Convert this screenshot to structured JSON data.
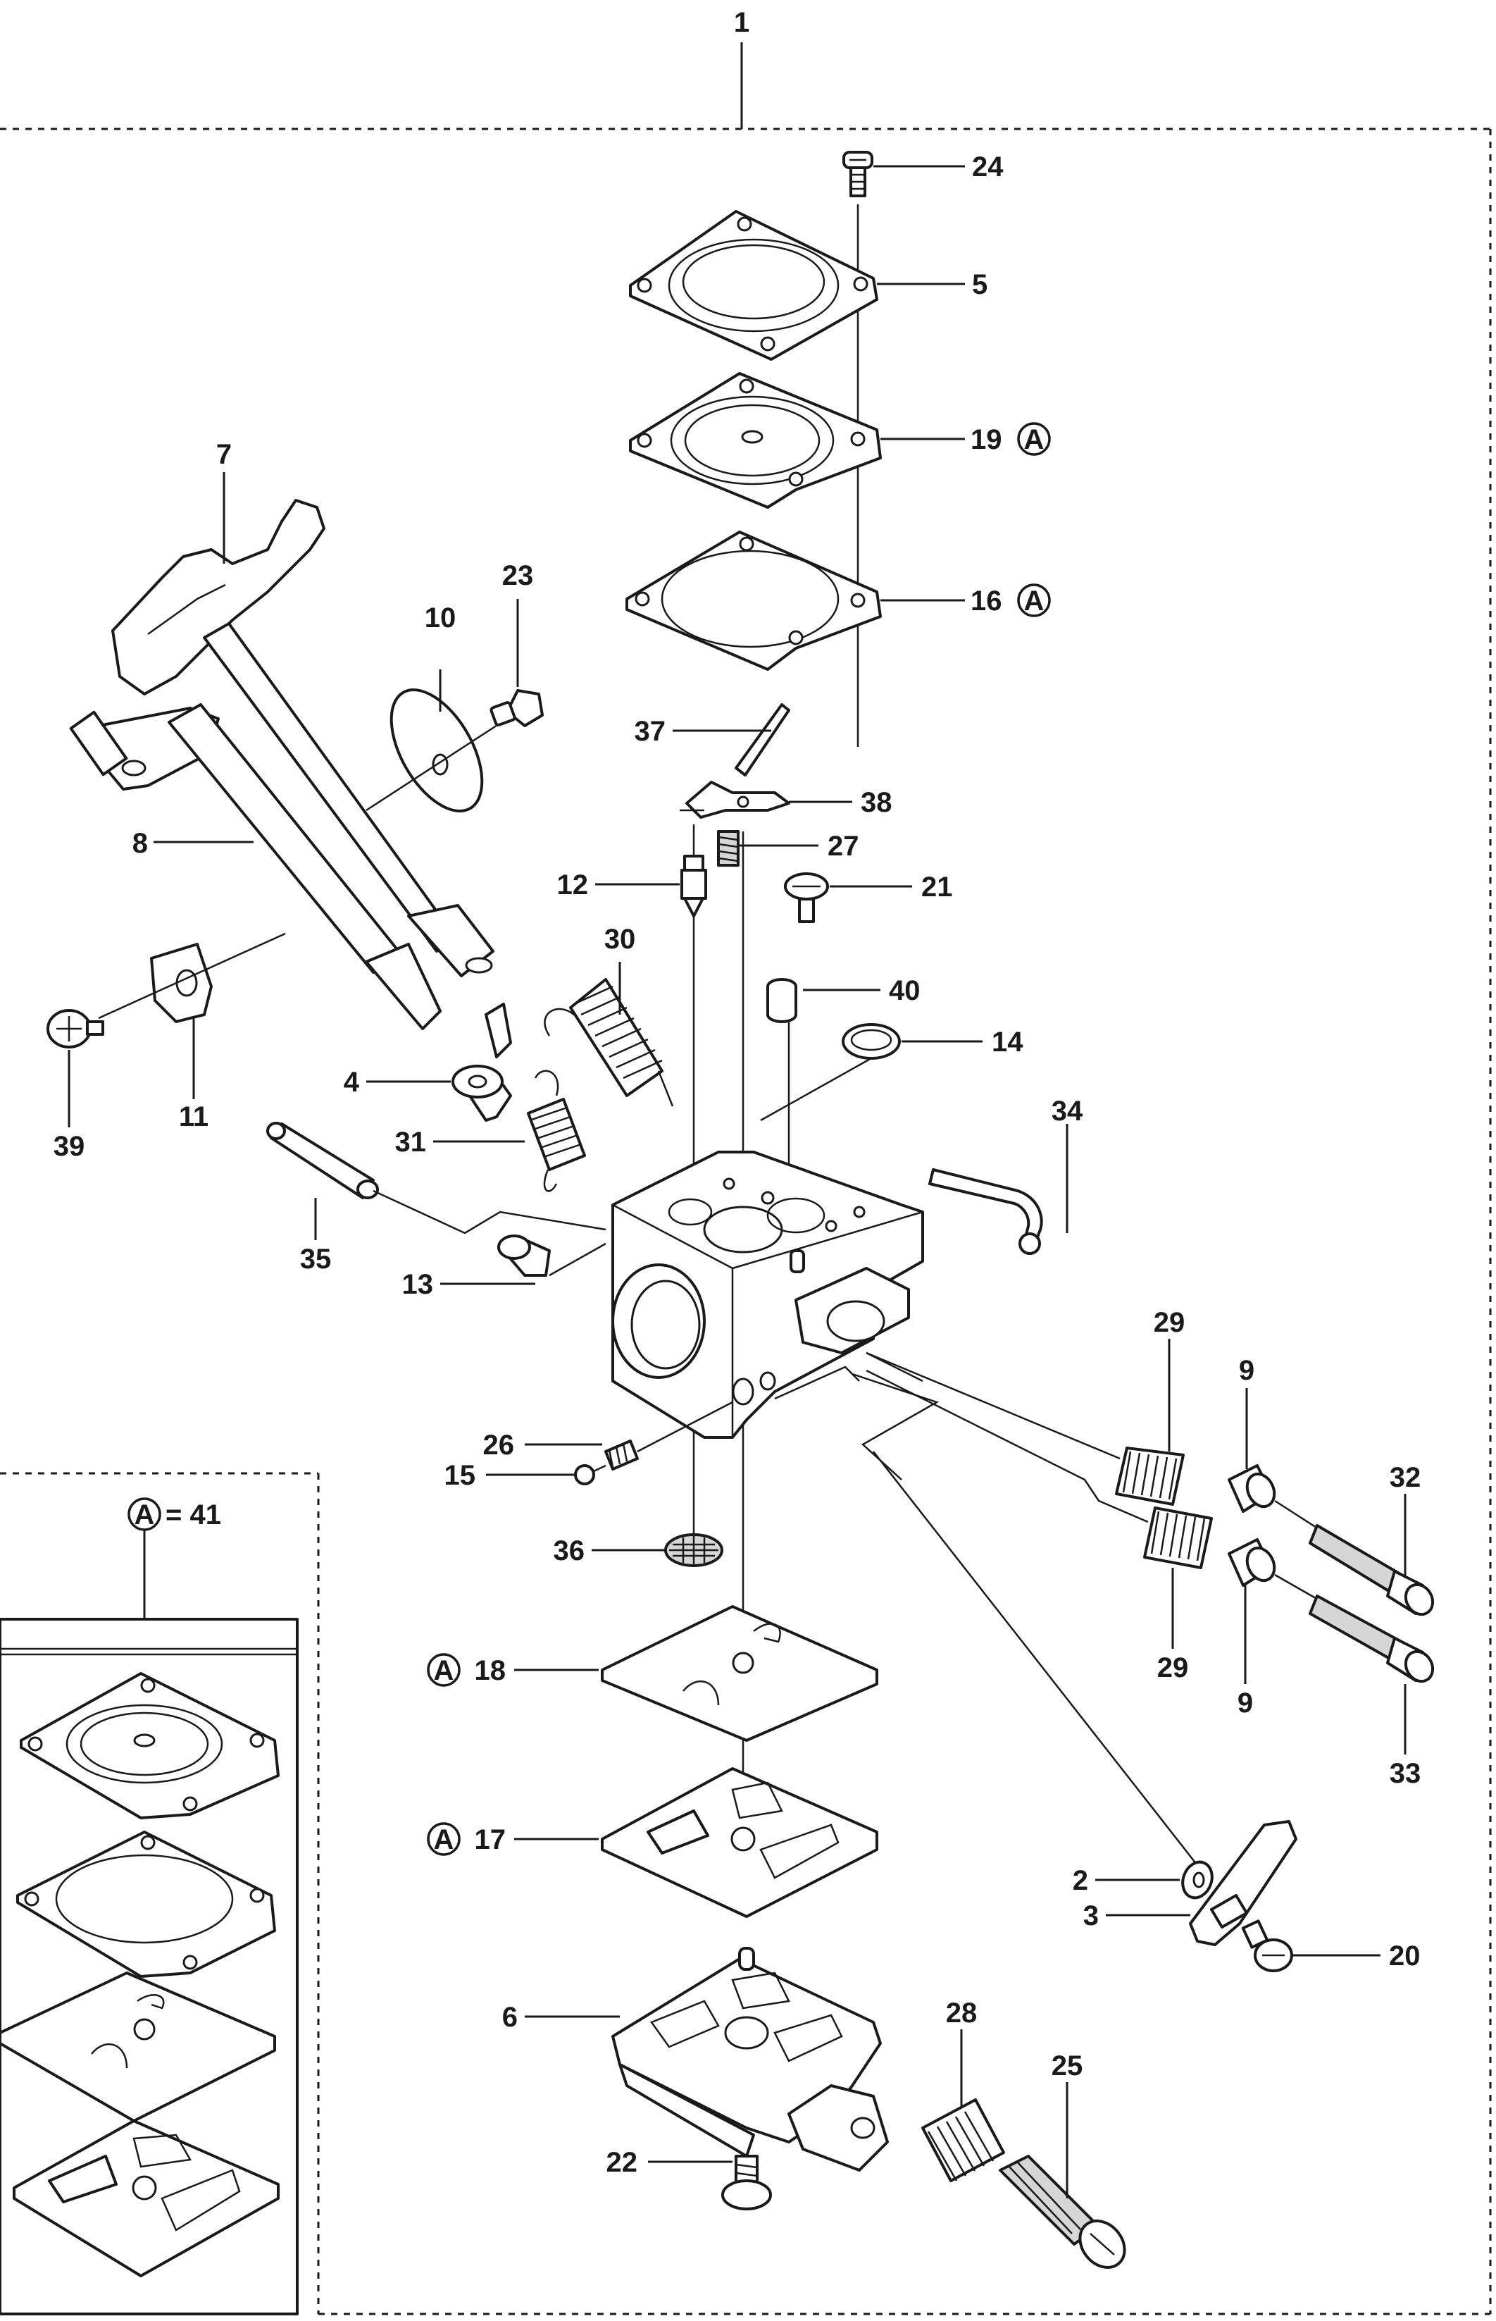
{
  "assembly_number": "1",
  "kit": {
    "marker": "A",
    "equals_label": "= 41"
  },
  "callouts": {
    "n24": "24",
    "n5": "5",
    "n19": "19",
    "n16": "16",
    "n7": "7",
    "n23": "23",
    "n10": "10",
    "n37": "37",
    "n38": "38",
    "n8": "8",
    "n27": "27",
    "n12": "12",
    "n21": "21",
    "n30": "30",
    "n40": "40",
    "n14": "14",
    "n39": "39",
    "n11": "11",
    "n4": "4",
    "n31": "31",
    "n34": "34",
    "n35": "35",
    "n13": "13",
    "n29a": "29",
    "n9a": "9",
    "n26": "26",
    "n32": "32",
    "n15": "15",
    "n36": "36",
    "n29b": "29",
    "n9b": "9",
    "n18": "18",
    "n33": "33",
    "n17": "17",
    "n2": "2",
    "n3": "3",
    "n20": "20",
    "n6": "6",
    "n28": "28",
    "n25": "25",
    "n22": "22"
  },
  "kit_markers": {
    "m19": "A",
    "m16": "A",
    "m18": "A",
    "m17": "A"
  }
}
